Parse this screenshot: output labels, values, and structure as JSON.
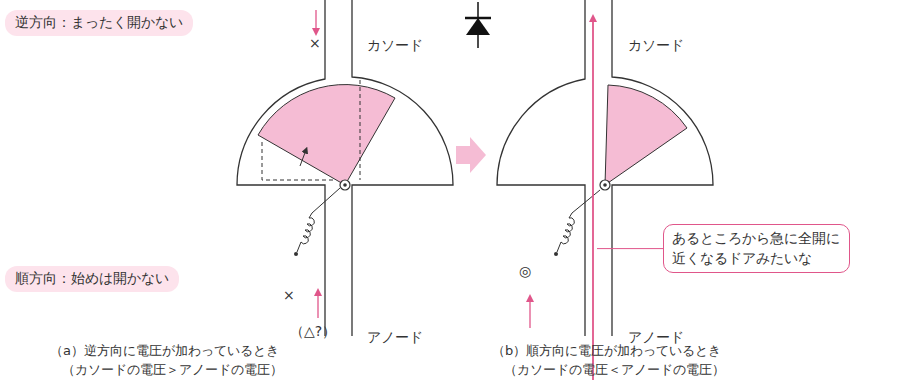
{
  "diagram": {
    "nodes": [
      {
        "text": [
          "逆方向：まったく開かない"
        ]
      },
      {
        "text": [
          "順方向：始めは開かない"
        ]
      },
      {
        "text": [
          "あるところから急に全開に 近くなるドアみたいな"
        ]
      }
    ],
    "labels": [
      "×",
      "カソード",
      "×",
      "（△?）",
      "アノード",
      "（a）逆方向に電圧が加わっているとき",
      "（カソードの電圧＞アノードの電圧）",
      "カソード",
      "◎",
      "アノード",
      "（b）順方向に電圧が加わっているとき",
      "（カソードの電圧＜アノードの電圧）"
    ]
  }
}
